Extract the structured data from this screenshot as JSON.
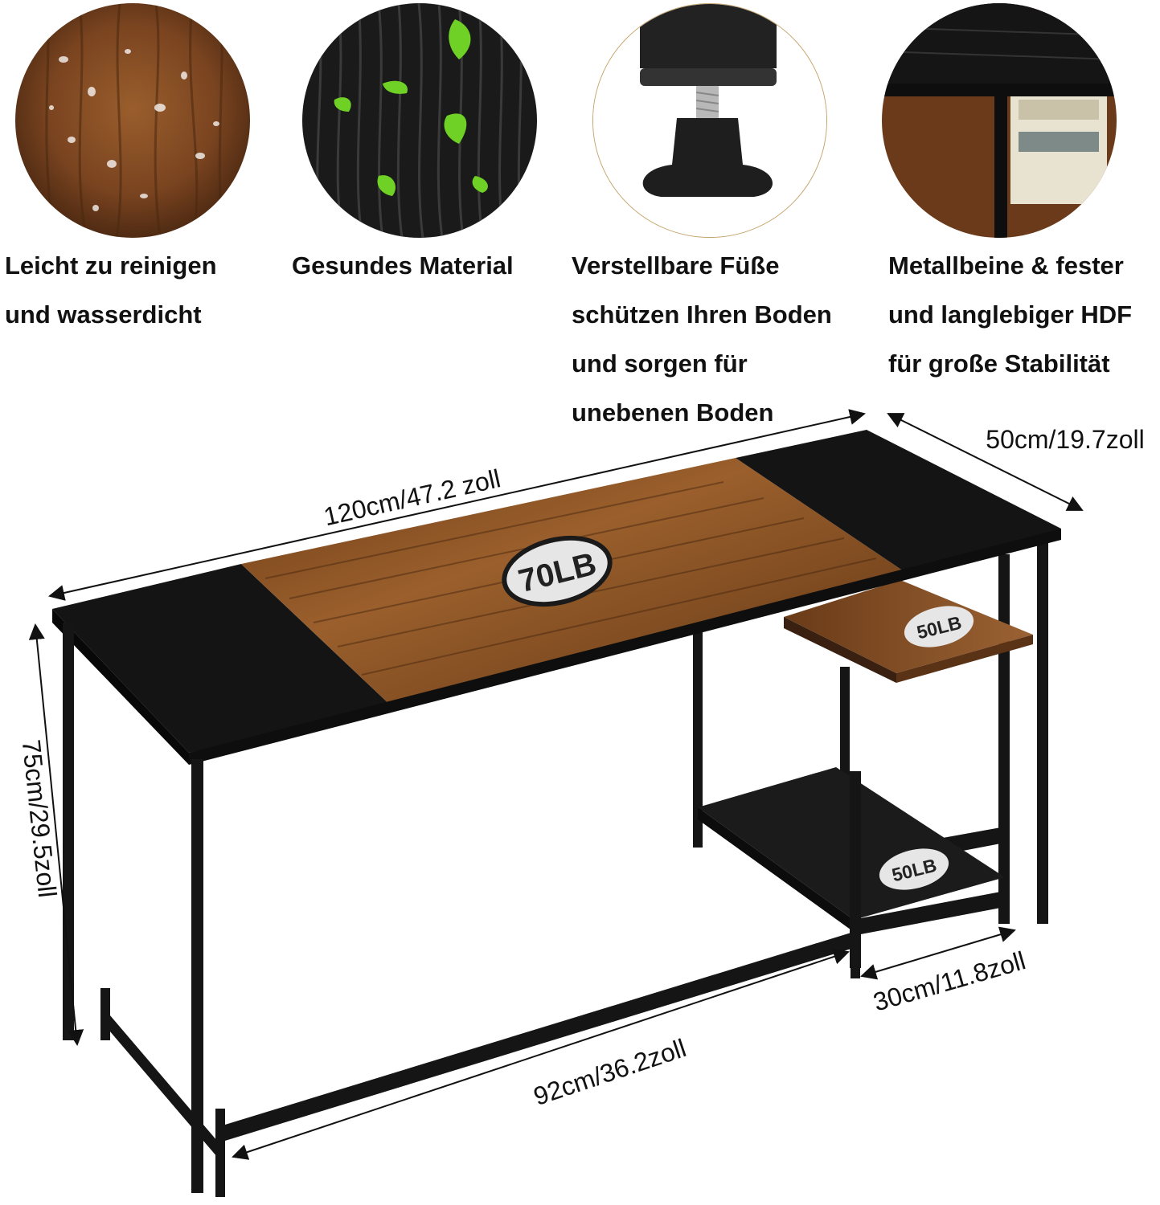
{
  "features": [
    {
      "lines": [
        "Leicht zu reinigen",
        "und wasserdicht"
      ]
    },
    {
      "lines": [
        "Gesundes Material"
      ]
    },
    {
      "lines": [
        "Verstellbare Füße",
        "schützen Ihren Boden",
        "und sorgen für",
        "unebenen Boden"
      ]
    },
    {
      "lines": [
        "Metallbeine & fester",
        "und langlebiger HDF",
        "für große Stabilität"
      ]
    }
  ],
  "dimensions": {
    "width": "120cm/47.2 zoll",
    "depth": "50cm/19.7zoll",
    "height": "75cm/29.5zoll",
    "inner_width": "92cm/36.2zoll",
    "shelf_width": "30cm/11.8zoll"
  },
  "load": {
    "top": "70LB",
    "middle_shelf": "50LB",
    "bottom_shelf": "50LB"
  },
  "colors": {
    "wood": "#8a5326",
    "black": "#151515",
    "leaf": "#6fd025"
  }
}
